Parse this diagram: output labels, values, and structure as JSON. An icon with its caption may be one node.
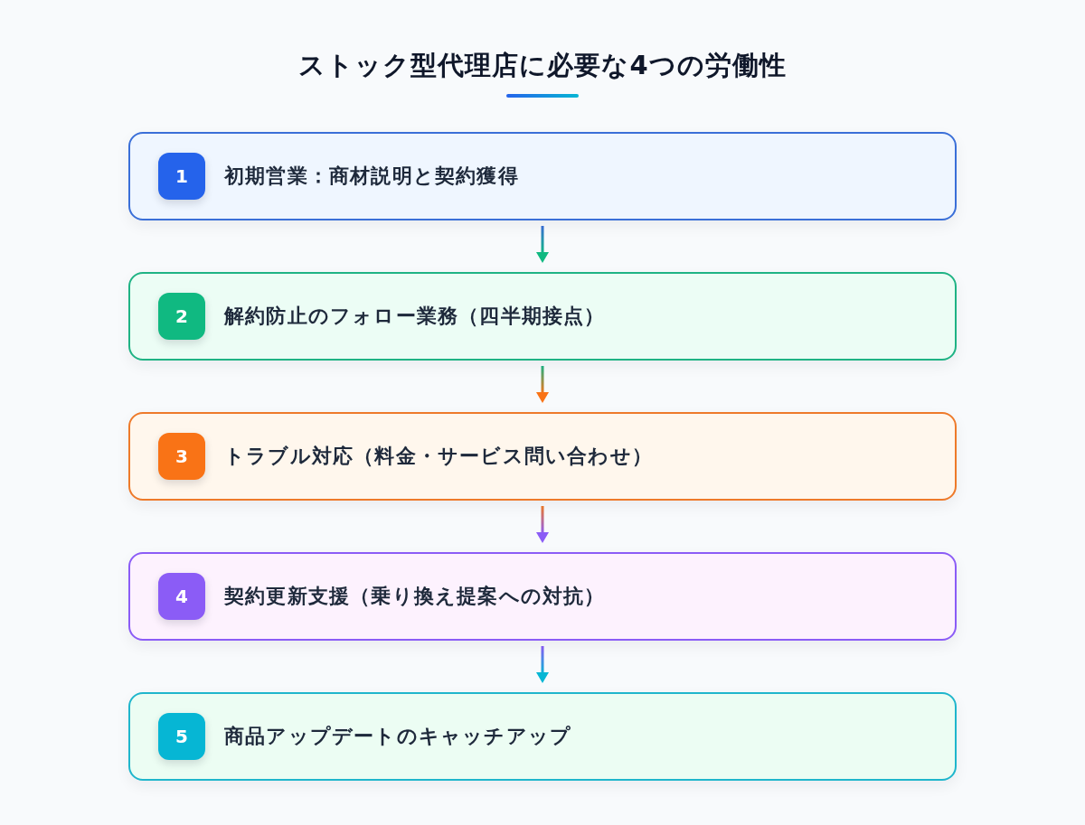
{
  "diagram": {
    "title": "ストック型代理店に必要な4つの労働性",
    "nodes": [
      {
        "text": [
          "初期営業：商材説明と契約獲得"
        ]
      },
      {
        "text": [
          "1"
        ],
        "in": 0
      },
      {
        "text": [
          "解約防止のフォロー業務（四半期接点）"
        ]
      },
      {
        "text": [
          "2"
        ],
        "in": 2
      },
      {
        "text": [
          "トラブル対応（料金・サービス問い合わせ）"
        ]
      },
      {
        "text": [
          "3"
        ],
        "in": 4
      },
      {
        "text": [
          "契約更新支援（乗り換え提案への対抗）"
        ]
      },
      {
        "text": [
          "4"
        ],
        "in": 6
      },
      {
        "text": [
          "商品アップデートのキャッチアップ"
        ]
      },
      {
        "text": [
          "5"
        ],
        "in": 8
      }
    ],
    "edges": [
      {
        "from": 0,
        "to": 2,
        "arrow": "to",
        "color": "#10b981"
      },
      {
        "from": 2,
        "to": 4,
        "arrow": "to",
        "color": "#f97316"
      },
      {
        "from": 4,
        "to": 6,
        "arrow": "to",
        "color": "#8b5cf6"
      },
      {
        "from": 6,
        "to": 8,
        "arrow": "to",
        "color": "#06b6d4"
      }
    ]
  }
}
